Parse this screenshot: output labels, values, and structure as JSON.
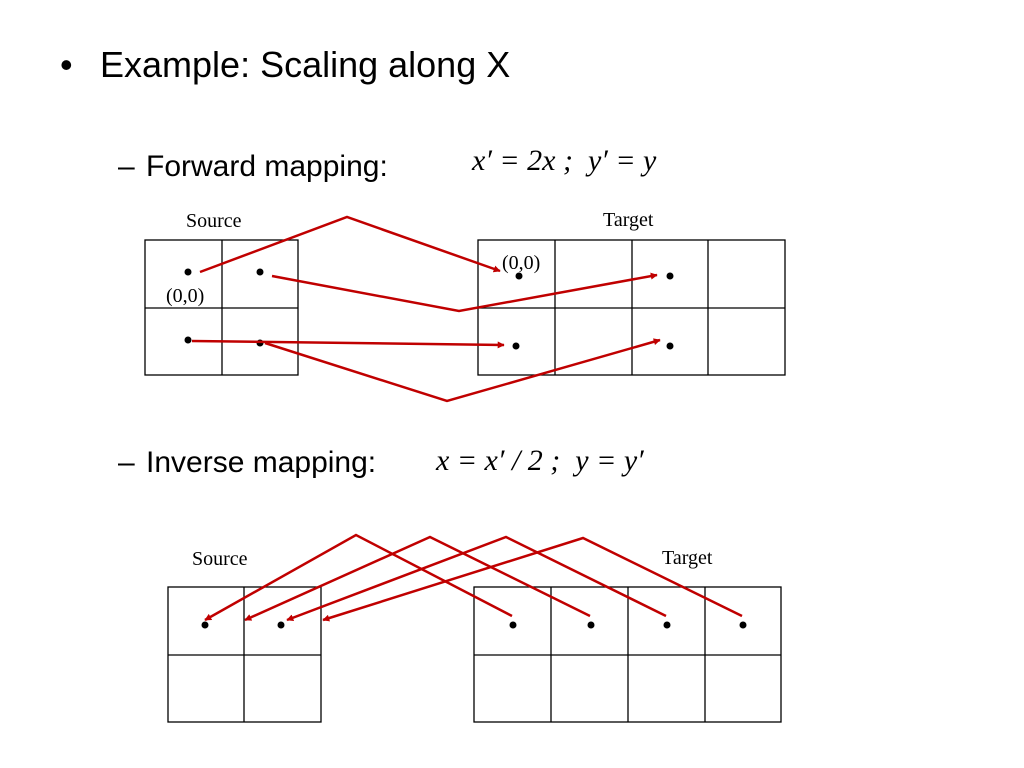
{
  "slide": {
    "bullet": "•",
    "title": "Example: Scaling along X",
    "dash": "–",
    "forward_label": "Forward mapping:",
    "forward_formula": {
      "part1": "x′ = 2x ;",
      "part2": "y′ = y"
    },
    "inverse_label": "Inverse mapping:",
    "inverse_formula": {
      "part1": "x = x′ / 2 ;",
      "part2": "y = y′"
    }
  },
  "forward_diagram": {
    "source_label": "Source",
    "target_label": "Target",
    "source_origin_label": "(0,0)",
    "target_origin_label": "(0,0)"
  },
  "inverse_diagram": {
    "source_label": "Source",
    "target_label": "Target"
  },
  "colors": {
    "arrow": "#c00000",
    "grid": "#000000"
  }
}
